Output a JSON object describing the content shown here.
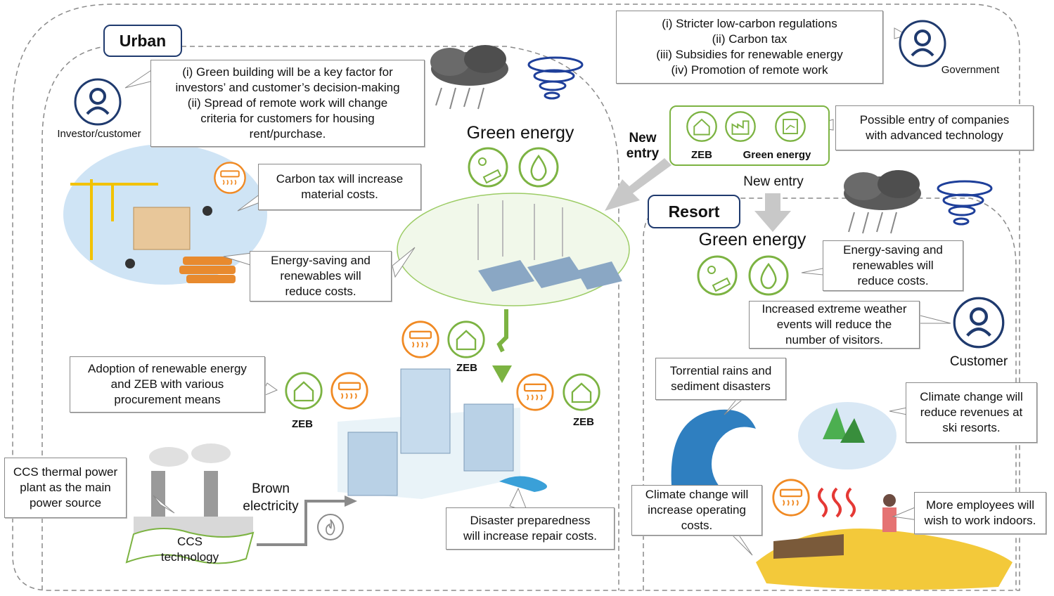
{
  "sections": {
    "urban": "Urban",
    "resort": "Resort"
  },
  "actors": {
    "investor": "Investor/customer",
    "government": "Government",
    "customer": "Customer"
  },
  "government_policies": [
    "(i) Stricter low-carbon regulations",
    "(ii) Carbon tax",
    "(iii) Subsidies for renewable energy",
    "(iv) Promotion of remote work"
  ],
  "investor_points": [
    "(i) Green building will be a key factor for",
    "investors’ and customer’s decision-making",
    "(ii) Spread of remote work will change",
    "criteria for customers for housing",
    "rent/purchase."
  ],
  "labels": {
    "green_energy_urban": "Green energy",
    "green_energy_resort": "Green energy",
    "new_entry_line1": "New",
    "new_entry_line2": "entry",
    "new_entry_resort": "New entry",
    "zeb": "ZEB",
    "green_energy_small": "Green energy",
    "brown_line1": "Brown",
    "brown_line2": "electricity",
    "ccs_line1": "CCS",
    "ccs_line2": "technology"
  },
  "callouts": {
    "advanced_companies": [
      "Possible entry of companies",
      "with advanced technology"
    ],
    "carbon_tax": [
      "Carbon tax will increase",
      "material costs."
    ],
    "energy_saving_urban": [
      "Energy-saving and",
      "renewables will",
      "reduce costs."
    ],
    "adoption": [
      "Adoption of renewable energy",
      "and ZEB with various",
      "procurement means"
    ],
    "ccs_plant": [
      "CCS thermal power",
      "plant as the main",
      "power source"
    ],
    "disaster": [
      "Disaster preparedness",
      "will increase repair costs."
    ],
    "energy_saving_resort": [
      "Energy-saving and",
      "renewables will",
      "reduce costs."
    ],
    "extreme_weather": [
      "Increased extreme weather",
      "events will reduce the",
      "number of visitors."
    ],
    "torrential": [
      "Torrential rains and",
      "sediment disasters"
    ],
    "ski": [
      "Climate change will",
      "reduce revenues at",
      "ski resorts."
    ],
    "operating": [
      "Climate change will",
      "increase operating",
      "costs."
    ],
    "employees": [
      "More employees will",
      "wish to work indoors."
    ]
  },
  "colors": {
    "navy": "#1f3a6e",
    "green": "#7cb342",
    "orange": "#f08a24",
    "gray_arrow": "#c8c8c8"
  }
}
